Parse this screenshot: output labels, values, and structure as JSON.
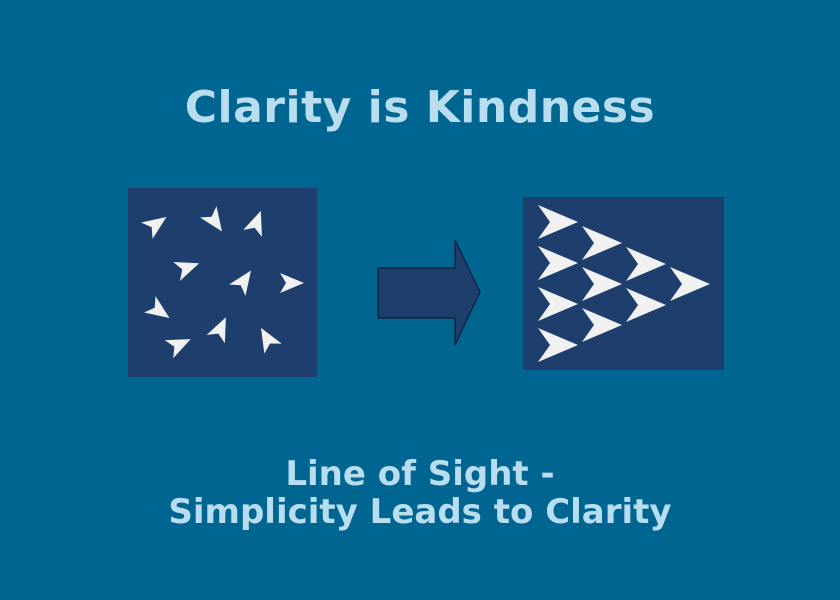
{
  "title": "Clarity is Kindness",
  "subtitle": {
    "line1": "Line of Sight -",
    "line2": "Simplicity Leads to Clarity"
  },
  "colors": {
    "background": "#006591",
    "panel": "#1E3F6E",
    "arrow_glyph": "#F1F1F1",
    "text": "#B7DDEE",
    "transition_arrow": "#1E3F6E"
  },
  "icons": {
    "scattered_panel": "scattered-arrows-icon",
    "aligned_panel": "aligned-arrows-icon",
    "transition": "right-arrow-icon"
  }
}
